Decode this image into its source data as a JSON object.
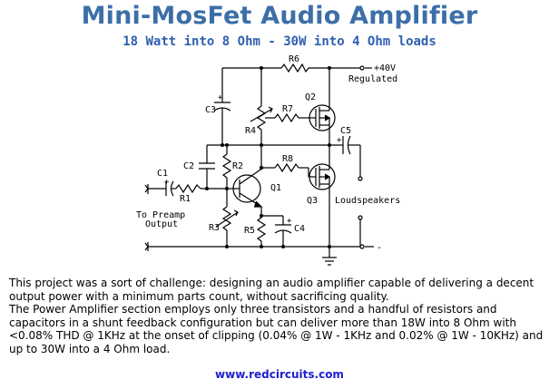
{
  "title": "Mini-MosFet Audio Amplifier",
  "subtitle": "18 Watt into 8 Ohm - 30W into 4 Ohm loads",
  "schematic": {
    "labels": {
      "r6": "R6",
      "r7": "R7",
      "r8": "R8",
      "r4": "R4",
      "r2": "R2",
      "r1": "R1",
      "r3": "R3",
      "r5": "R5",
      "c1": "C1",
      "c2": "C2",
      "c3": "C3",
      "c4": "C4",
      "c5": "C5",
      "q1": "Q1",
      "q2": "Q2",
      "q3": "Q3",
      "supply": "+40V",
      "regulated": "Regulated",
      "preamp_line1": "To Preamp",
      "preamp_line2": "Output",
      "loudspeakers": "Loudspeakers",
      "minus": "-"
    }
  },
  "description": {
    "paragraph1": "This project was a sort of challenge: designing an audio amplifier capable of delivering a decent output power with a minimum parts count, without sacrificing quality.",
    "paragraph2": "The Power Amplifier section employs only three transistors and a handful of resistors and capacitors in a shunt feedback configuration but can deliver more than 18W into 8 Ohm with <0.08% THD @ 1KHz at the onset of clipping (0.04% @ 1W - 1KHz and 0.02% @ 1W - 10KHz) and up to 30W into a 4 Ohm load."
  },
  "website": "www.redcircuits.com",
  "colors": {
    "title": "#3c6fa8",
    "subtitle": "#2f5fb0",
    "link": "#2020d0"
  }
}
